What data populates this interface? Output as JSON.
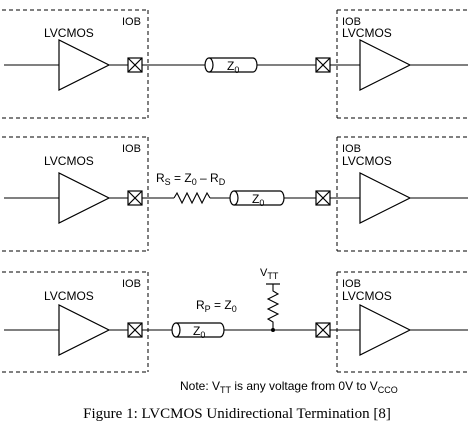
{
  "rows": [
    {
      "left_iob": "IOB",
      "left_buffer": "LVCMOS",
      "right_iob": "IOB",
      "right_buffer": "LVCMOS",
      "line_impedance": {
        "main": "Z",
        "sub": "0"
      }
    },
    {
      "left_iob": "IOB",
      "left_buffer": "LVCMOS",
      "right_iob": "IOB",
      "right_buffer": "LVCMOS",
      "line_impedance": {
        "main": "Z",
        "sub": "0"
      },
      "series_resistor": {
        "r": "R",
        "r_sub": "S",
        "eq": " = Z",
        "z_sub": "0",
        "minus": " – R",
        "rd_sub": "D"
      }
    },
    {
      "left_iob": "IOB",
      "left_buffer": "LVCMOS",
      "right_iob": "IOB",
      "right_buffer": "LVCMOS",
      "line_impedance": {
        "main": "Z",
        "sub": "0"
      },
      "parallel_resistor": {
        "r": "R",
        "r_sub": "P",
        "eq": " = Z",
        "z_sub": "0"
      },
      "supply": {
        "v": "V",
        "sub": "TT"
      }
    }
  ],
  "note": {
    "prefix": "Note: V",
    "vtt_sub": "TT",
    "mid": " is any voltage from 0V to V",
    "vcco_sub": "CCO"
  },
  "caption": "Figure 1: LVCMOS Unidirectional Termination [8]"
}
